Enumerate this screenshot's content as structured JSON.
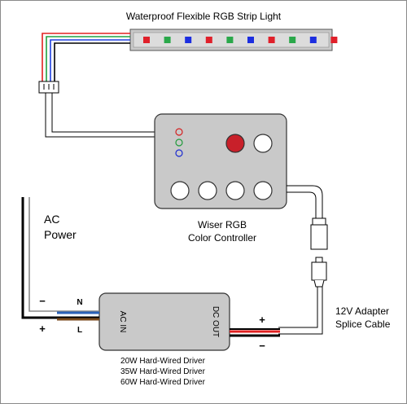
{
  "strip": {
    "title": "Waterproof Flexible RGB Strip Light",
    "led_colors": [
      "#e0202a",
      "#2aa84a",
      "#1c2ee0",
      "#e0202a",
      "#2aa84a",
      "#1c2ee0",
      "#e0202a",
      "#2aa84a",
      "#1c2ee0",
      "#e0202a"
    ]
  },
  "controller": {
    "label_line1": "Wiser RGB",
    "label_line2": "Color Controller",
    "indicator_colors": [
      "#d42020",
      "#1f9a3a",
      "#1a2ad0"
    ],
    "active_button_color": "#c8202a"
  },
  "ac_power": {
    "label_line1": "AC",
    "label_line2": "Power",
    "minus": "−",
    "plus": "+",
    "n_label": "N",
    "l_label": "L"
  },
  "driver": {
    "ac_in": "AC IN",
    "dc_out": "DC OUT",
    "ratings": [
      "20W Hard-Wired Driver",
      "35W Hard-Wired Driver",
      "60W Hard-Wired Driver"
    ],
    "plus": "+",
    "minus": "−"
  },
  "adapter": {
    "label_line1": "12V Adapter",
    "label_line2": "Splice Cable"
  },
  "colors": {
    "housing": "#c9c9c9",
    "wire_red": "#e02020",
    "wire_green": "#20a040",
    "wire_blue": "#2040e0",
    "wire_neutral": "#2a62b8",
    "wire_live": "#7a4a1c"
  }
}
